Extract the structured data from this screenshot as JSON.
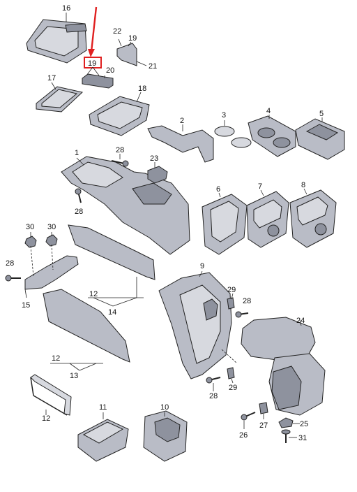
{
  "callouts": [
    {
      "id": "c16a",
      "text": "16"
    },
    {
      "id": "c22",
      "text": "22"
    },
    {
      "id": "c19a",
      "text": "19"
    },
    {
      "id": "c21",
      "text": "21"
    },
    {
      "id": "c19b",
      "text": "19"
    },
    {
      "id": "c20",
      "text": "20"
    },
    {
      "id": "c17",
      "text": "17"
    },
    {
      "id": "c18",
      "text": "18"
    },
    {
      "id": "c3",
      "text": "3"
    },
    {
      "id": "c4",
      "text": "4"
    },
    {
      "id": "c5",
      "text": "5"
    },
    {
      "id": "c2",
      "text": "2"
    },
    {
      "id": "c1",
      "text": "1"
    },
    {
      "id": "c28a",
      "text": "28"
    },
    {
      "id": "c23",
      "text": "23"
    },
    {
      "id": "c28b",
      "text": "28"
    },
    {
      "id": "c6",
      "text": "6"
    },
    {
      "id": "c7",
      "text": "7"
    },
    {
      "id": "c8",
      "text": "8"
    },
    {
      "id": "c30a",
      "text": "30"
    },
    {
      "id": "c30b",
      "text": "30"
    },
    {
      "id": "c28c",
      "text": "28"
    },
    {
      "id": "c15",
      "text": "15"
    },
    {
      "id": "c12a",
      "text": "12"
    },
    {
      "id": "c14",
      "text": "14"
    },
    {
      "id": "c9",
      "text": "9"
    },
    {
      "id": "c29a",
      "text": "29"
    },
    {
      "id": "c28d",
      "text": "28"
    },
    {
      "id": "c24",
      "text": "24"
    },
    {
      "id": "c12b",
      "text": "12"
    },
    {
      "id": "c13",
      "text": "13"
    },
    {
      "id": "c28e",
      "text": "28"
    },
    {
      "id": "c29b",
      "text": "29"
    },
    {
      "id": "c12c",
      "text": "12"
    },
    {
      "id": "c11",
      "text": "11"
    },
    {
      "id": "c10",
      "text": "10"
    },
    {
      "id": "c26",
      "text": "26"
    },
    {
      "id": "c27",
      "text": "27"
    },
    {
      "id": "c25",
      "text": "25"
    },
    {
      "id": "c31",
      "text": "31"
    }
  ],
  "highlight": {
    "label": "19",
    "color": "#e02020"
  },
  "colors": {
    "arrow": "#e02020",
    "part_fill": "#b9bcc6",
    "outline": "#222222"
  }
}
